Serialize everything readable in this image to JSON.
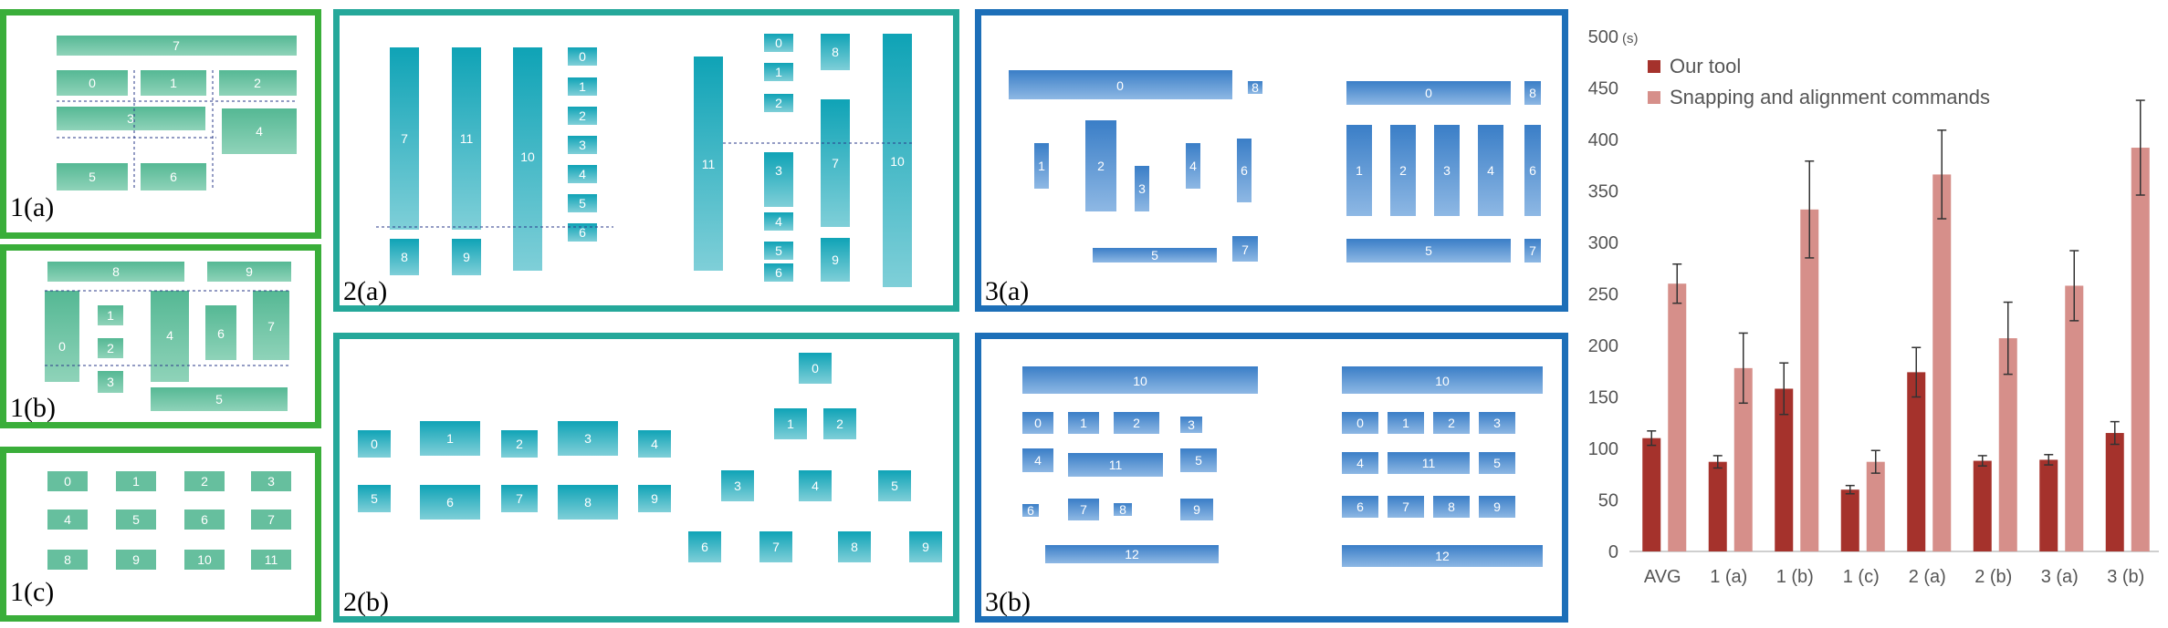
{
  "panels": [
    {
      "label": "1(a)",
      "blocks": [
        "7",
        "0",
        "1",
        "2",
        "3",
        "4",
        "5",
        "6"
      ]
    },
    {
      "label": "1(b)",
      "blocks": [
        "8",
        "9",
        "0",
        "1",
        "2",
        "3",
        "4",
        "6",
        "7",
        "5"
      ]
    },
    {
      "label": "1(c)",
      "blocks": [
        "0",
        "1",
        "2",
        "3",
        "4",
        "5",
        "6",
        "7",
        "8",
        "9",
        "10",
        "11"
      ]
    },
    {
      "label": "2(a)",
      "blocks": [
        "7",
        "11",
        "10",
        "0",
        "1",
        "2",
        "3",
        "4",
        "5",
        "6",
        "8",
        "9",
        "11",
        "0",
        "1",
        "2",
        "3",
        "4",
        "5",
        "6",
        "8",
        "7",
        "9",
        "10"
      ]
    },
    {
      "label": "2(b)",
      "blocks": [
        "0",
        "1",
        "2",
        "3",
        "4",
        "5",
        "6",
        "7",
        "8",
        "9",
        "0",
        "1",
        "2",
        "3",
        "4",
        "5",
        "6",
        "7",
        "8",
        "9"
      ]
    },
    {
      "label": "3(a)",
      "blocks": [
        "0",
        "8",
        "1",
        "2",
        "3",
        "4",
        "6",
        "5",
        "7",
        "0",
        "8",
        "1",
        "2",
        "3",
        "4",
        "6",
        "5",
        "7"
      ]
    },
    {
      "label": "3(b)",
      "blocks": [
        "10",
        "0",
        "1",
        "2",
        "3",
        "4",
        "11",
        "5",
        "6",
        "7",
        "8",
        "9",
        "12",
        "10",
        "0",
        "1",
        "2",
        "3",
        "4",
        "11",
        "5",
        "6",
        "7",
        "8",
        "9",
        "12"
      ]
    }
  ],
  "chart_data": {
    "type": "bar",
    "categories": [
      "AVG",
      "1 (a)",
      "1 (b)",
      "1 (c)",
      "2 (a)",
      "2 (b)",
      "3 (a)",
      "3 (b)"
    ],
    "series": [
      {
        "name": "Our tool",
        "color": "#a5322c",
        "values": [
          110,
          87,
          158,
          60,
          174,
          88,
          89,
          115
        ],
        "errors": [
          7,
          6,
          25,
          4,
          24,
          5,
          5,
          11
        ]
      },
      {
        "name": "Snapping and alignment commands",
        "color": "#d68f8a",
        "values": [
          260,
          178,
          332,
          87,
          366,
          207,
          258,
          392
        ],
        "errors": [
          19,
          34,
          47,
          11,
          43,
          35,
          34,
          46
        ]
      }
    ],
    "ylim": [
      0,
      500
    ],
    "yticks": [
      "0",
      "50",
      "100",
      "150",
      "200",
      "250",
      "300",
      "350",
      "400",
      "450",
      "500"
    ],
    "yunit": "(s)",
    "grid": false,
    "legend": "top-left"
  }
}
